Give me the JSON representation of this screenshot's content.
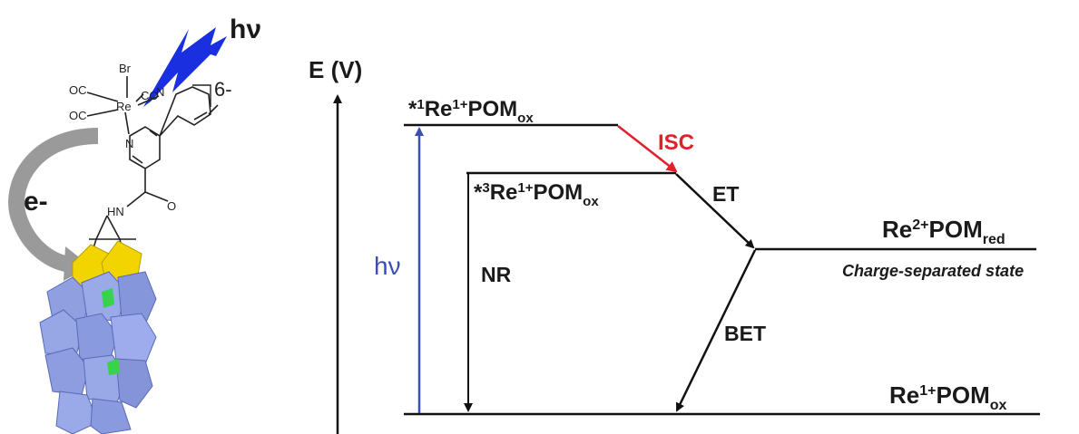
{
  "molecule": {
    "light_label": "hν",
    "charge_label": "6-",
    "electron_label": "e-",
    "atoms": {
      "br": "Br",
      "co1": "OC",
      "co2": "CO",
      "co3": "OC",
      "re": "Re",
      "n1": "N",
      "n2": "N",
      "hn": "HN",
      "o": "O"
    },
    "colors": {
      "flash": "#1a2fe0",
      "cap": "#f2d400",
      "polyhedra": "#8f9fe0",
      "arrow": "#9a9a9a"
    }
  },
  "energy_diagram": {
    "axis_label": "E (V)",
    "levels": {
      "singlet": {
        "prefix": "*",
        "sup1": "1",
        "base": "Re",
        "sup2": "1+",
        "main": "POM",
        "sub": "ox"
      },
      "triplet": {
        "prefix": "*",
        "sup1": "3",
        "base": "Re",
        "sup2": "1+",
        "main": "POM",
        "sub": "ox"
      },
      "charge_separated": {
        "base": "Re",
        "sup": "2+",
        "main": "POM",
        "sub": "red",
        "caption": "Charge-separated state"
      },
      "ground": {
        "base": "Re",
        "sup": "1+",
        "main": "POM",
        "sub": "ox"
      }
    },
    "transitions": {
      "excitation": "hν",
      "isc": "ISC",
      "et": "ET",
      "nr": "NR",
      "bet": "BET"
    },
    "colors": {
      "excitation": "#3b4fb0",
      "isc": "#e0202a",
      "lines": "#111111"
    }
  }
}
